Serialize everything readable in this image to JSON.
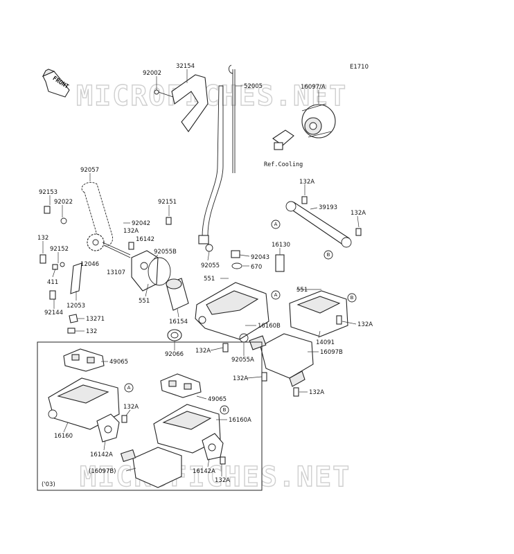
{
  "diagram_code": "E1710",
  "front_label": "FRONT",
  "ref_label": "Ref.Cooling",
  "variant_label": "('03)",
  "watermarks": [
    "MICROFICHES.NET",
    "MICROFICHES.NET"
  ],
  "callouts": [
    {
      "id": "A",
      "label": "A"
    },
    {
      "id": "B",
      "label": "B"
    }
  ],
  "part_labels": [
    "92002",
    "32154",
    "52005",
    "16097/A",
    "92057",
    "92153",
    "92022",
    "92151",
    "92042",
    "132A",
    "16142",
    "132",
    "92152",
    "12046",
    "13107",
    "92055B",
    "411",
    "12053",
    "551",
    "92144",
    "13271",
    "132",
    "92055",
    "92043",
    "670",
    "16130",
    "551",
    "16154",
    "16160B",
    "92066",
    "132A",
    "92055A",
    "132A",
    "39193",
    "132A",
    "551",
    "132A",
    "14091",
    "16097B",
    "132A",
    "132A",
    "49065",
    "49065",
    "132A",
    "16160A",
    "16160",
    "16142A",
    "(16097B)",
    "16142A",
    "132A"
  ]
}
